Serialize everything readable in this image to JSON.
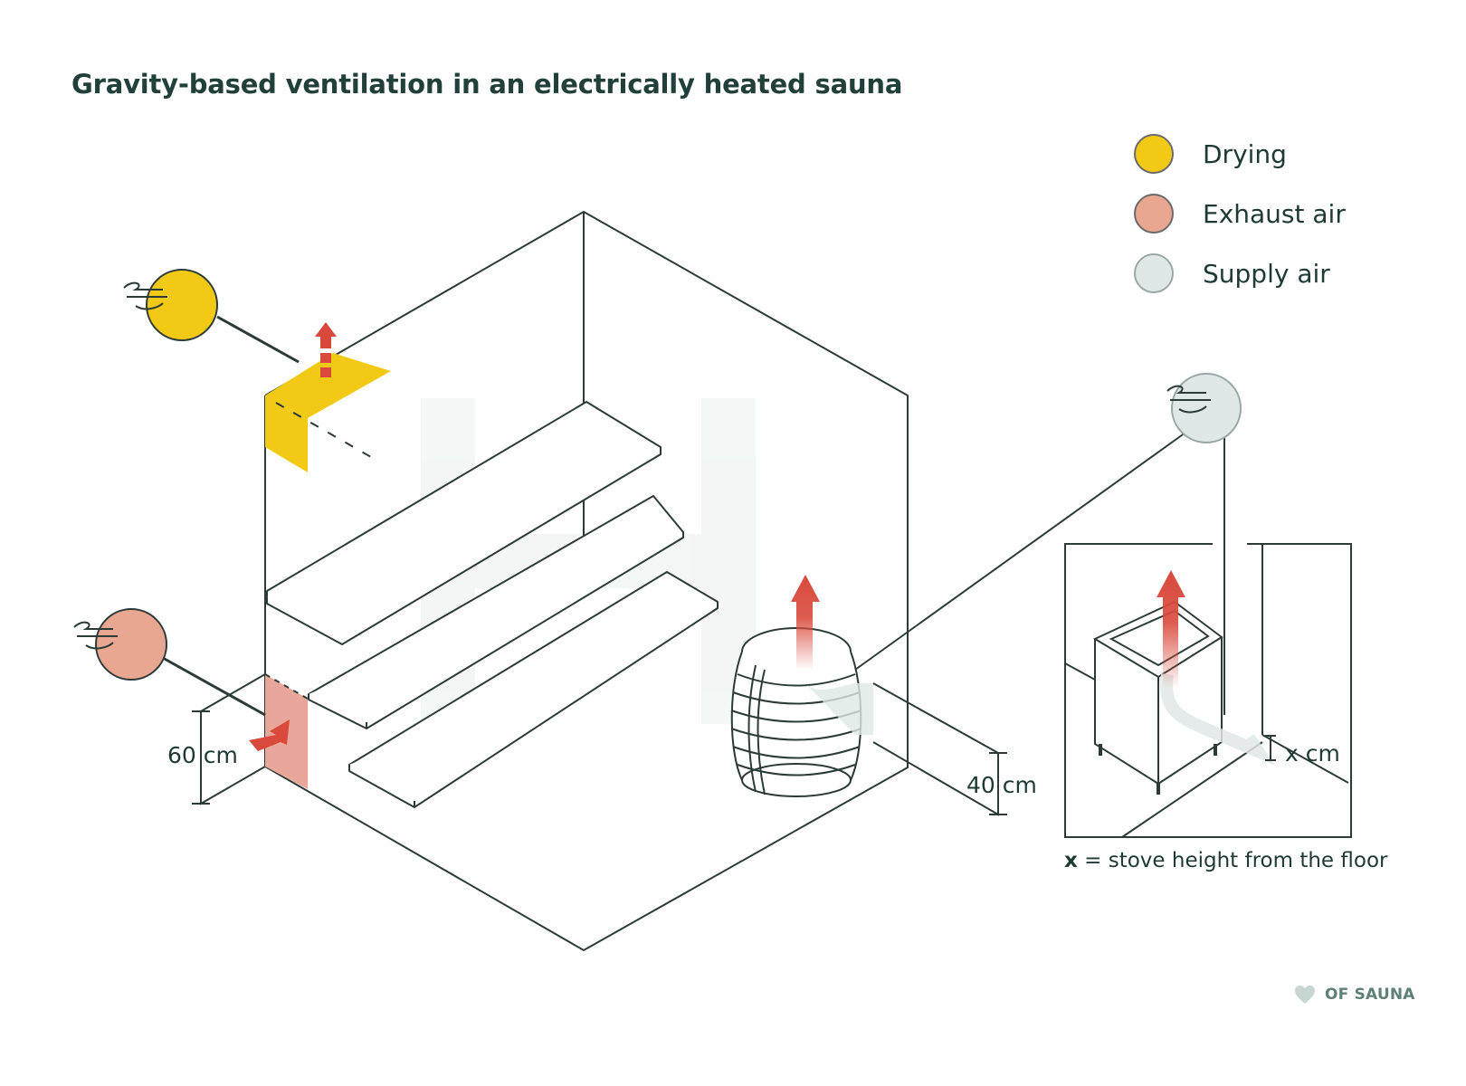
{
  "title": "Gravity-based ventilation in an electrically heated sauna",
  "legend": [
    {
      "label": "Drying",
      "color": "#f2c915"
    },
    {
      "label": "Exhaust air",
      "color": "#e9a690"
    },
    {
      "label": "Supply air",
      "color": "#dfe8e6"
    }
  ],
  "dimensions": {
    "exhaust_height": "60 cm",
    "supply_height": "40 cm",
    "stove_height": "x cm"
  },
  "note": {
    "symbol": "x",
    "text": " = stove height from the floor"
  },
  "brand": {
    "text": "OF SAUNA",
    "icon": "heart-icon"
  },
  "colors": {
    "line": "#2d3b38",
    "arrow": "#d94a3d",
    "drying": "#f2c915",
    "exhaust": "#e9a690",
    "supply": "#dfe8e6",
    "exhaust_panel": "#e8a79a"
  }
}
